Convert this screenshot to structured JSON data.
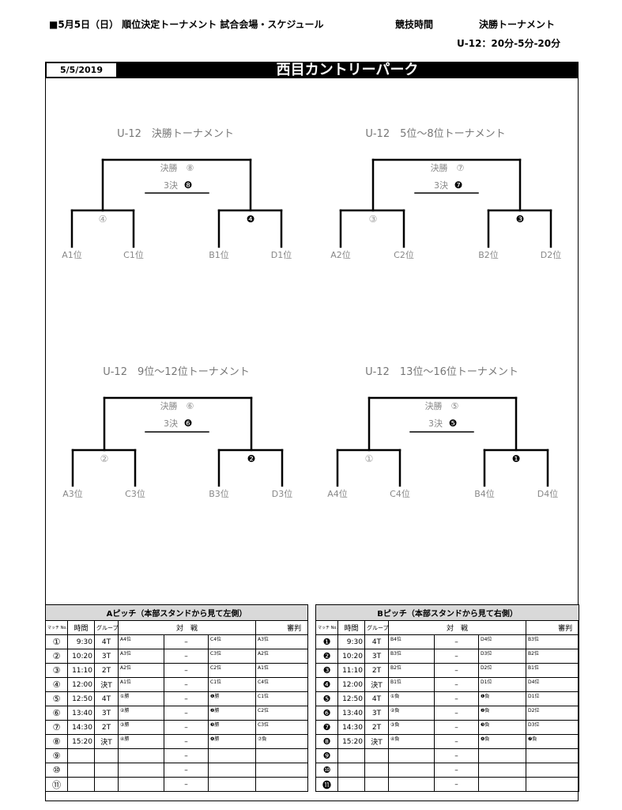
{
  "header": {
    "title": "■5月5日（日） 順位決定トーナメント 試合会場・スケジュール",
    "time_label": "競技時間",
    "final_label": "決勝トーナメント",
    "time_spec": "U-12：20分-5分-20分"
  },
  "date": "5/5/2019",
  "venue": "西目カントリーパーク",
  "brackets": [
    {
      "title": "U-12　決勝トーナメント",
      "final": "決勝　⑧",
      "third": "3決",
      "third_no": "❽",
      "left_match": "④",
      "right_match": "❹",
      "teams": [
        "A1位",
        "C1位",
        "B1位",
        "D1位"
      ]
    },
    {
      "title": "U-12　5位〜8位トーナメント",
      "final": "決勝　⑦",
      "third": "3決",
      "third_no": "❼",
      "left_match": "③",
      "right_match": "❸",
      "teams": [
        "A2位",
        "C2位",
        "B2位",
        "D2位"
      ]
    },
    {
      "title": "U-12　9位〜12位トーナメント",
      "final": "決勝　⑥",
      "third": "3決",
      "third_no": "❻",
      "left_match": "②",
      "right_match": "❷",
      "teams": [
        "A3位",
        "C3位",
        "B3位",
        "D3位"
      ]
    },
    {
      "title": "U-12　13位〜16位トーナメント",
      "final": "決勝　⑤",
      "third": "3決",
      "third_no": "❺",
      "left_match": "①",
      "right_match": "❶",
      "teams": [
        "A4位",
        "C4位",
        "B4位",
        "D4位"
      ]
    }
  ],
  "pitch_a": {
    "title": "Aピッチ（本部スタンドから見て左側）",
    "headers": {
      "match": "マッチ No.",
      "time": "時間",
      "group": "グループ",
      "vs": "対　戦",
      "ref": "審判"
    },
    "rows": [
      {
        "no": "①",
        "time": "9:30",
        "group": "4T",
        "home": "A4位",
        "dash": "–",
        "away": "C4位",
        "ref": "A3位"
      },
      {
        "no": "②",
        "time": "10:20",
        "group": "3T",
        "home": "A3位",
        "dash": "–",
        "away": "C3位",
        "ref": "A2位"
      },
      {
        "no": "③",
        "time": "11:10",
        "group": "2T",
        "home": "A2位",
        "dash": "–",
        "away": "C2位",
        "ref": "A1位"
      },
      {
        "no": "④",
        "time": "12:00",
        "group": "決T",
        "home": "A1位",
        "dash": "–",
        "away": "C1位",
        "ref": "C4位"
      },
      {
        "no": "⑤",
        "time": "12:50",
        "group": "4T",
        "home": "①勝",
        "dash": "–",
        "away": "❶勝",
        "ref": "C1位"
      },
      {
        "no": "⑥",
        "time": "13:40",
        "group": "3T",
        "home": "②勝",
        "dash": "–",
        "away": "❷勝",
        "ref": "C2位"
      },
      {
        "no": "⑦",
        "time": "14:30",
        "group": "2T",
        "home": "③勝",
        "dash": "–",
        "away": "❸勝",
        "ref": "C3位"
      },
      {
        "no": "⑧",
        "time": "15:20",
        "group": "決T",
        "home": "④勝",
        "dash": "–",
        "away": "❹勝",
        "ref": "⑦負"
      },
      {
        "no": "⑨",
        "time": "",
        "group": "",
        "home": "",
        "dash": "–",
        "away": "",
        "ref": ""
      },
      {
        "no": "⑩",
        "time": "",
        "group": "",
        "home": "",
        "dash": "–",
        "away": "",
        "ref": ""
      },
      {
        "no": "⑪",
        "time": "",
        "group": "",
        "home": "",
        "dash": "–",
        "away": "",
        "ref": ""
      }
    ]
  },
  "pitch_b": {
    "title": "Bピッチ（本部スタンドから見て右側）",
    "headers": {
      "match": "マッチ No.",
      "time": "時間",
      "group": "グループ",
      "vs": "対　戦",
      "ref": "審判"
    },
    "rows": [
      {
        "no": "❶",
        "time": "9:30",
        "group": "4T",
        "home": "B4位",
        "dash": "–",
        "away": "D4位",
        "ref": "B3位"
      },
      {
        "no": "❷",
        "time": "10:20",
        "group": "3T",
        "home": "B3位",
        "dash": "–",
        "away": "D3位",
        "ref": "B2位"
      },
      {
        "no": "❸",
        "time": "11:10",
        "group": "2T",
        "home": "B2位",
        "dash": "–",
        "away": "D2位",
        "ref": "B1位"
      },
      {
        "no": "❹",
        "time": "12:00",
        "group": "決T",
        "home": "B1位",
        "dash": "–",
        "away": "D1位",
        "ref": "D4位"
      },
      {
        "no": "❺",
        "time": "12:50",
        "group": "4T",
        "home": "①負",
        "dash": "–",
        "away": "❶負",
        "ref": "D1位"
      },
      {
        "no": "❻",
        "time": "13:40",
        "group": "3T",
        "home": "②負",
        "dash": "–",
        "away": "❷負",
        "ref": "D2位"
      },
      {
        "no": "❼",
        "time": "14:30",
        "group": "2T",
        "home": "③負",
        "dash": "–",
        "away": "❸負",
        "ref": "D3位"
      },
      {
        "no": "❽",
        "time": "15:20",
        "group": "決T",
        "home": "④負",
        "dash": "–",
        "away": "❹負",
        "ref": "❼負"
      },
      {
        "no": "❾",
        "time": "",
        "group": "",
        "home": "",
        "dash": "–",
        "away": "",
        "ref": ""
      },
      {
        "no": "❿",
        "time": "",
        "group": "",
        "home": "",
        "dash": "–",
        "away": "",
        "ref": ""
      },
      {
        "no": "⓫",
        "time": "",
        "group": "",
        "home": "",
        "dash": "–",
        "away": "",
        "ref": ""
      }
    ]
  }
}
